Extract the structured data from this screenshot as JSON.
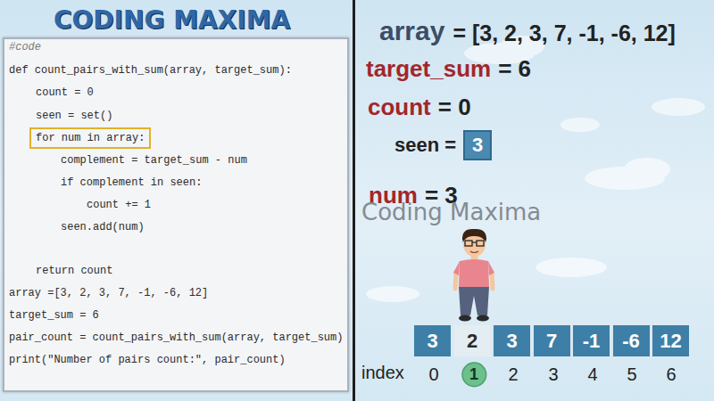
{
  "diagram": {
    "nodes": [
      {
        "text": [
          "#code",
          "def count_pairs_with_sum(array, target_sum):",
          "count = 0",
          "seen = set()",
          "complement = target_sum - num",
          "if complement in seen:",
          "count += 1",
          "seen.add(num)",
          "return count",
          "array =[3, 2, 3, 7, -1, -6, 12]",
          "target_sum = 6",
          "pair_count = count_pairs_with_sum(array, target_sum)",
          "print(\"Number of pairs count:\", pair_count)"
        ]
      },
      {
        "text": [
          "for num in array:"
        ],
        "in": 0
      },
      {
        "text": [
          "3"
        ]
      },
      {
        "text": [
          "3"
        ]
      },
      {
        "text": [
          "2"
        ]
      },
      {
        "text": [
          "3"
        ]
      },
      {
        "text": [
          "7"
        ]
      },
      {
        "text": [
          "-1"
        ]
      },
      {
        "text": [
          "-6"
        ]
      },
      {
        "text": [
          "12"
        ]
      },
      {
        "text": [
          "1"
        ]
      }
    ],
    "labels": [
      "CODING MAXIMA",
      "array",
      "= [3, 2, 3, 7, -1, -6, 12]",
      "target_sum",
      "= 6",
      "count",
      "= 0",
      "seen =",
      "num",
      "= 3",
      "Coding Maxima",
      "index",
      "0",
      "2",
      "3",
      "4",
      "5",
      "6"
    ]
  }
}
